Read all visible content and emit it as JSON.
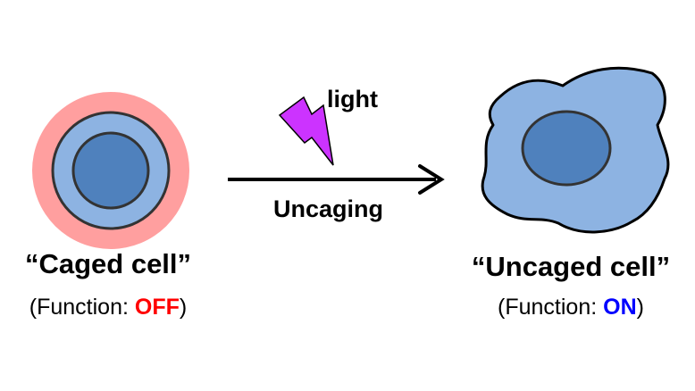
{
  "left_cell": {
    "title": "“Caged cell”",
    "status_prefix": "(Function: ",
    "status_value": "OFF",
    "status_suffix": ")"
  },
  "right_cell": {
    "title": "“Uncaged cell”",
    "status_prefix": "(Function: ",
    "status_value": "ON",
    "status_suffix": ")"
  },
  "arrow": {
    "top_label": "light",
    "bottom_label": "Uncaging"
  },
  "colors": {
    "cage": "#ff9f9f",
    "cytoplasm": "#8db3e2",
    "nucleus": "#4f81bd",
    "outline": "#333333",
    "lightning": "#cc33ff",
    "off": "#ff0000",
    "on": "#0000ff"
  },
  "icons": {
    "light": "lightning-bolt-icon"
  }
}
